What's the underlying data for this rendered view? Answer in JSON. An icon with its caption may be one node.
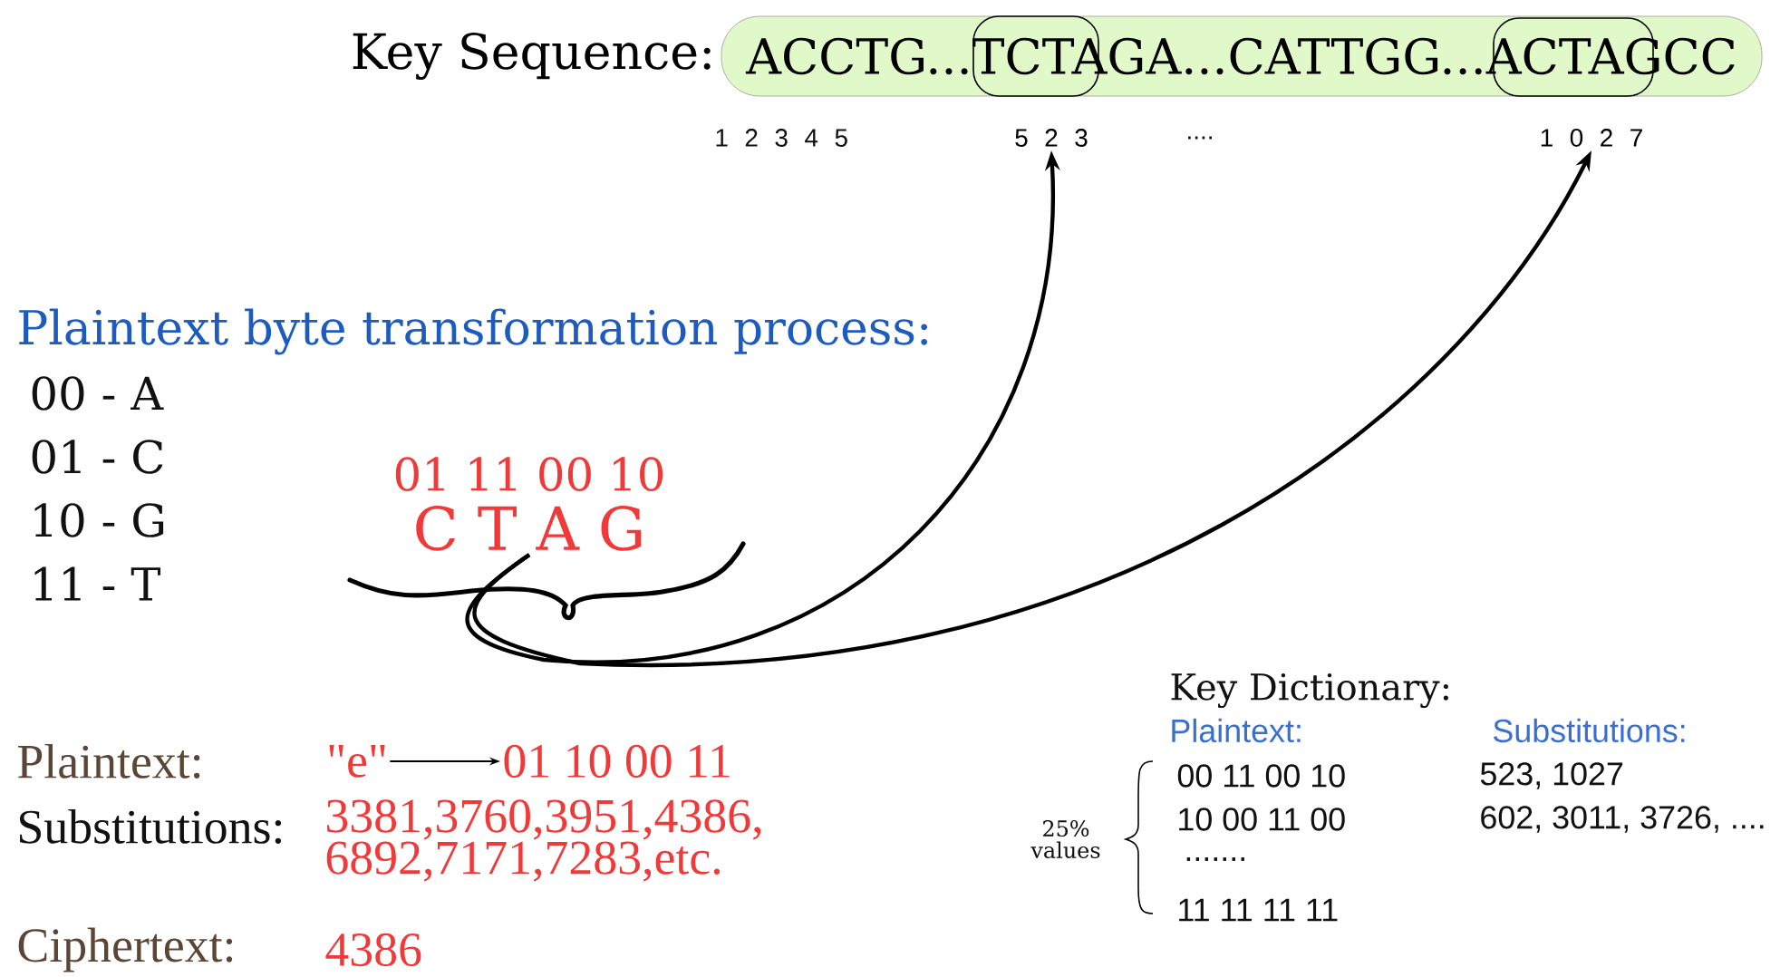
{
  "diagram": {
    "nodes": [
      {
        "text": [
          "Key Sequence:",
          "ACCTG...TCTAGA...CATTGG...ACTAGCC"
        ]
      },
      {
        "text": [
          "01 11 00 10",
          "C T A G"
        ]
      },
      {
        "text": [
          "5 2 3"
        ]
      },
      {
        "text": [
          "1 0 2 7"
        ]
      },
      {
        "text": [
          "\"e\""
        ]
      },
      {
        "text": [
          "01 10 00 11"
        ]
      }
    ],
    "edges": [
      {
        "from": 1,
        "to": 2,
        "arrow": "to"
      },
      {
        "from": 1,
        "to": 3,
        "arrow": "to"
      },
      {
        "from": 4,
        "to": 5,
        "arrow": "to"
      }
    ],
    "labels": [
      "1 2 3 4 5",
      "....",
      "Plaintext byte transformation process:",
      "00 - A",
      "01 - C",
      "10 - G",
      "11 - T",
      "Key Dictionary:",
      "Plaintext:",
      "Substitutions:",
      "25% values",
      "00 11 00 10",
      "523, 1027",
      "10 00 11 00",
      "602, 3011, 3726, ....",
      ".......",
      "11 11 11 11",
      "Plaintext:",
      "Substitutions:",
      "3381,3760,3951,4386, 6892,7171,7283,etc.",
      "Ciphertext:",
      "4386"
    ]
  }
}
